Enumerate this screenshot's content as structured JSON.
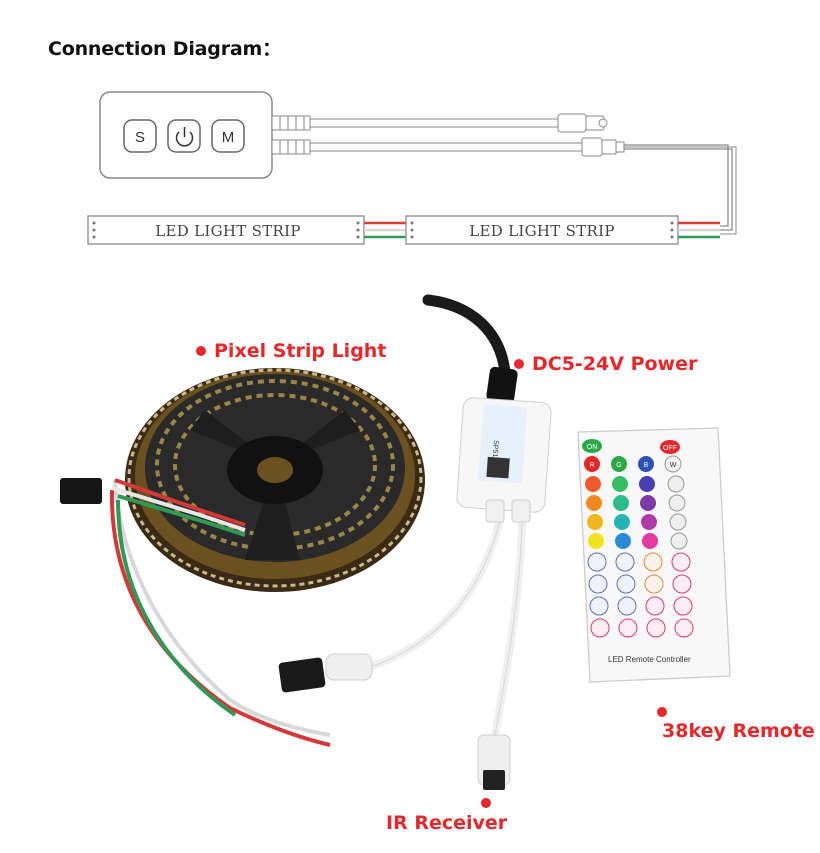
{
  "diagram": {
    "heading": "Connection Diagram：",
    "controller_buttons": [
      "S",
      "",
      "M"
    ],
    "strip_labels": [
      "LED  LIGHT STRIP",
      "LED  LIGHT STRIP"
    ],
    "wire_colors": {
      "red": "#e23b3b",
      "green": "#2f9a55",
      "white": "#f4f4f4",
      "gray": "#9a9a9a"
    }
  },
  "photo": {
    "callouts": {
      "pixel_strip": "Pixel Strip Light",
      "power": "DC5-24V Power",
      "remote": "38key Remote",
      "ir": "IR Receiver"
    },
    "controller_brand": "SP511E",
    "remote": {
      "on_label": "ON",
      "off_label": "OFF",
      "rgb_labels": [
        "R",
        "G",
        "B",
        "W"
      ],
      "title": "LED Remote Controller"
    },
    "accent_color": "#e8272a"
  }
}
